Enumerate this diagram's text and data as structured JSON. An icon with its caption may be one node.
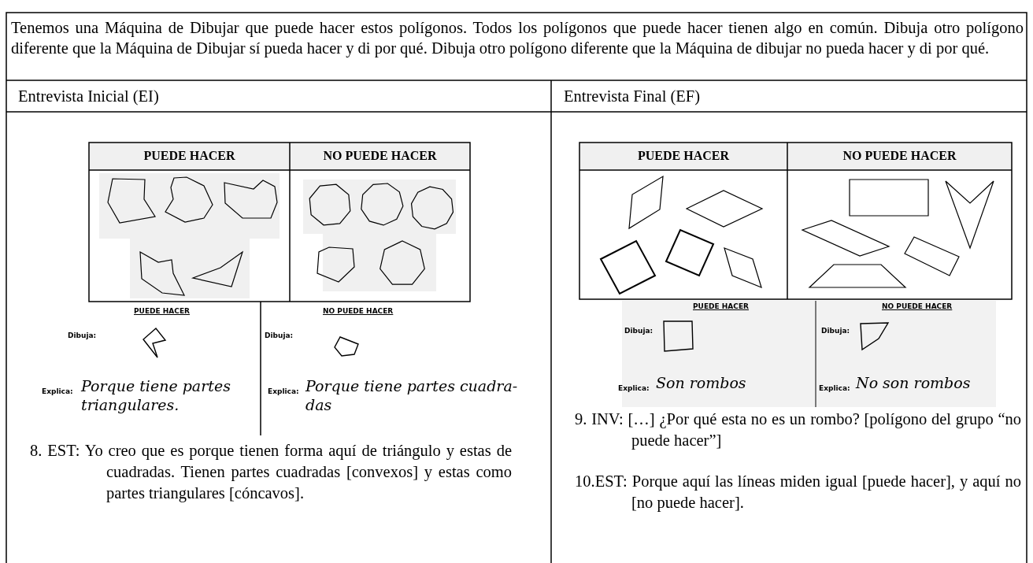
{
  "diagram": {
    "labels": [
      "Tenemos una Máquina de Dibujar que puede hacer estos polígonos. Todos los polígonos que puede hacer tienen algo en común. Dibuja otro polígono diferente que la Máquina de Dibujar sí pueda hacer y di por qué. Dibuja otro polígono diferente que la Máquina de dibujar no pueda hacer y di por qué.",
      "Entrevista Inicial (EI)",
      "Entrevista Final (EF)",
      "PUEDE HACER",
      "NO PUEDE HACER",
      "PUEDE HACER",
      "NO PUEDE HACER",
      "PUEDE HACER",
      "NO PUEDE HACER",
      "PUEDE HACER",
      "NO PUEDE HACER",
      "Dibuja:",
      "Dibuja:",
      "Dibuja:",
      "Dibuja:",
      "Explica:",
      "Porque tiene partes triangulares.",
      "Explica:",
      "Porque tiene partes cuadra- das",
      "Explica:",
      "Son rombos",
      "Explica:",
      "No son rombos",
      "8. EST: Yo creo que es porque tienen forma aquí de triángulo y estas de cuadradas. Tienen partes cuadradas [convexos] y estas como partes triangulares [cóncavos].",
      "9. INV: […] ¿Por qué esta no es un rombo? [polígono del grupo “no puede hacer”]",
      "10.EST: Porque aquí las líneas miden igual [puede hacer], y aquí no [no puede hacer]."
    ]
  }
}
